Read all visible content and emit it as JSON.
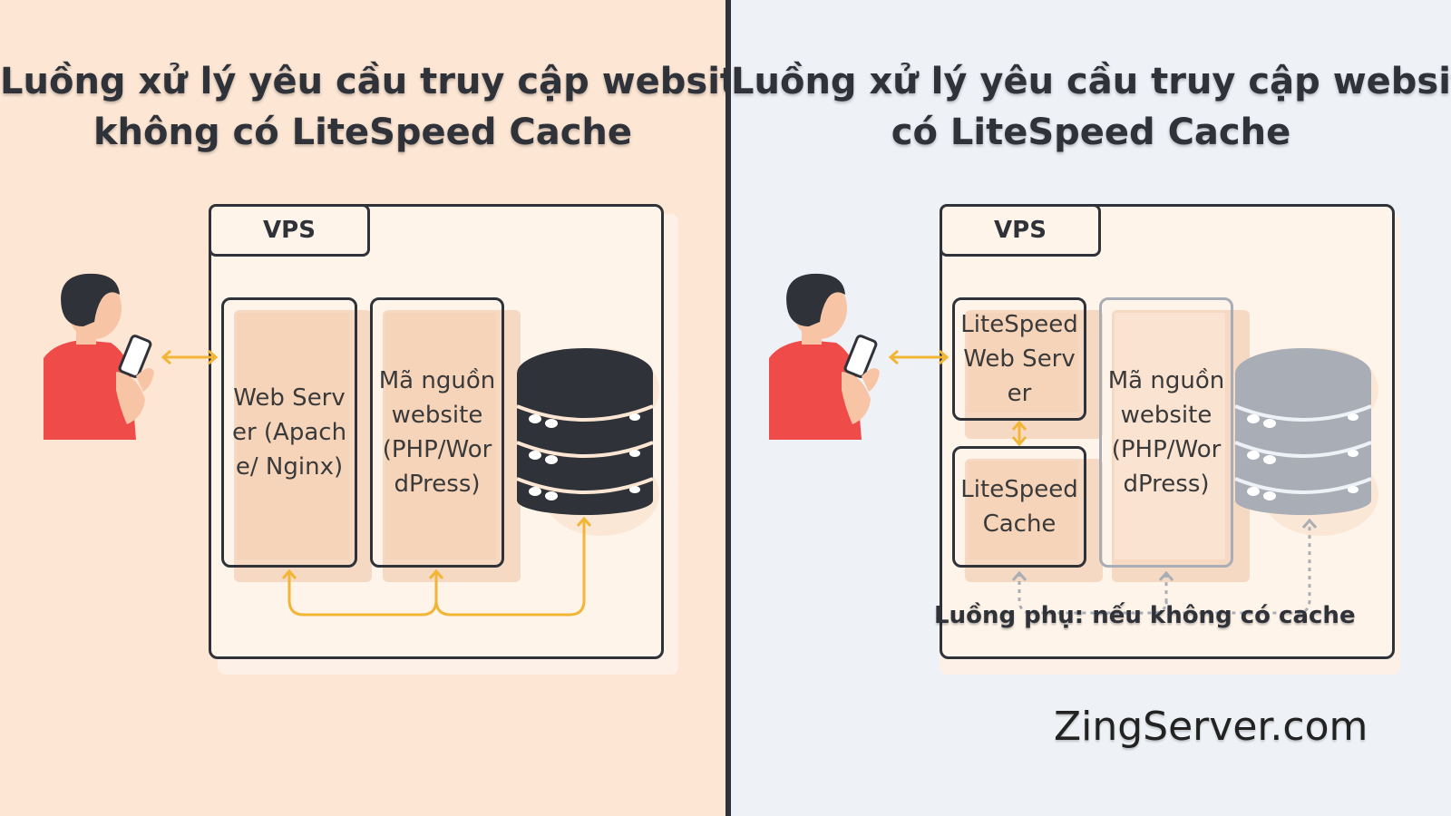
{
  "left": {
    "title_line1": "Luồng xử lý yêu cầu truy cập website",
    "title_line2": "không có LiteSpeed Cache",
    "vps_label": "VPS",
    "web_server_label": "Web Server (Apache/ Nginx)",
    "source_code_label": "Mã nguồn website (PHP/WordPress)"
  },
  "right": {
    "title_line1": "Luồng xử lý yêu cầu truy cập website",
    "title_line2": "có LiteSpeed Cache",
    "vps_label": "VPS",
    "litespeed_web_server_label": "LiteSpeed Web Server",
    "litespeed_cache_label": "LiteSpeed Cache",
    "source_code_label": "Mã nguồn website (PHP/WordPress)",
    "fallback_note": "Luồng phụ: nếu không có cache"
  },
  "brand": "ZingServer.com",
  "colors": {
    "left_bg": "#fde6d4",
    "right_bg": "#eef2f6",
    "arrow": "#f2b535",
    "dark": "#2f3238",
    "gray": "#a9adb5",
    "person_shirt": "#ef4b48"
  }
}
